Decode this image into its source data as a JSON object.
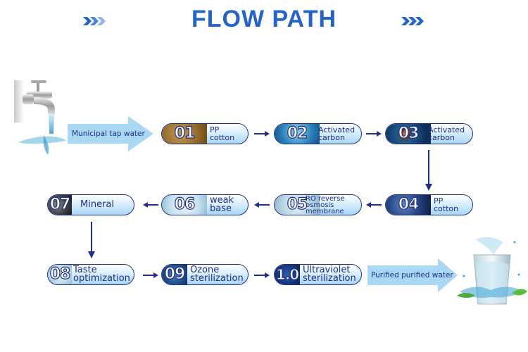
{
  "header": {
    "title": "FLOW PATH",
    "left_icon": "triple-chevron-right-icon",
    "right_icon": "triple-chevron-right-icon",
    "accent_color": "#2563c6"
  },
  "source": {
    "icon": "water-faucet-icon",
    "label": "Municipal tap water"
  },
  "steps": [
    {
      "num": "01",
      "label": "PP cotton"
    },
    {
      "num": "02",
      "label": "Activated carbon"
    },
    {
      "num": "03",
      "label": "Activated carbon"
    },
    {
      "num": "04",
      "label": "PP cotton"
    },
    {
      "num": "05",
      "label": "RO reverse osmosis membrane",
      "lines": [
        "RO reverse",
        "osmosis",
        "membrane"
      ]
    },
    {
      "num": "06",
      "label": "weak base"
    },
    {
      "num": "07",
      "label": "Mineral"
    },
    {
      "num": "08",
      "label": "Taste optimization",
      "lines": [
        "Taste",
        "optimization"
      ]
    },
    {
      "num": "09",
      "label": "Ozone sterilization",
      "lines": [
        "Ozone",
        "sterilization"
      ]
    },
    {
      "num": "1.0",
      "label": "Ultraviolet sterilization",
      "lines": [
        "Ultraviolet",
        "sterilization"
      ]
    }
  ],
  "output": {
    "icon": "water-glass-splash-icon",
    "label": "Purified purified water"
  },
  "colors": {
    "arrow": "#1f2f8a",
    "pill_border": "#1f2f8a",
    "big_arrow": "#a9d8f5"
  }
}
